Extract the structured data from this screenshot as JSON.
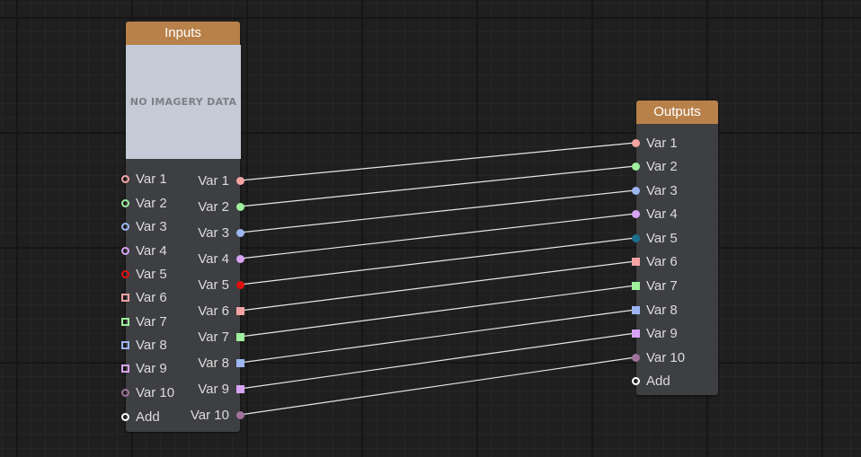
{
  "graph": {
    "input_node": {
      "title": "Inputs",
      "preview_text": "NO IMAGERY DATA",
      "in_ports": [
        {
          "label": "Var 1",
          "shape": "circle",
          "color": "#f4a3a3"
        },
        {
          "label": "Var 2",
          "shape": "circle",
          "color": "#9ef09e"
        },
        {
          "label": "Var 3",
          "shape": "circle",
          "color": "#9db6f3"
        },
        {
          "label": "Var 4",
          "shape": "circle",
          "color": "#d8a3f5"
        },
        {
          "label": "Var 5",
          "shape": "circle",
          "color": "#e01010"
        },
        {
          "label": "Var 6",
          "shape": "square",
          "color": "#f4a3a3"
        },
        {
          "label": "Var 7",
          "shape": "square",
          "color": "#9ef09e"
        },
        {
          "label": "Var 8",
          "shape": "square",
          "color": "#9db6f3"
        },
        {
          "label": "Var 9",
          "shape": "square",
          "color": "#d8a3f5"
        },
        {
          "label": "Var 10",
          "shape": "circle",
          "color": "#a0739a"
        },
        {
          "label": "Add",
          "shape": "circle",
          "color": "#ffffff"
        }
      ],
      "out_ports": [
        {
          "label": "Var 1",
          "shape": "circle",
          "color": "#f4a3a3"
        },
        {
          "label": "Var 2",
          "shape": "circle",
          "color": "#9ef09e"
        },
        {
          "label": "Var 3",
          "shape": "circle",
          "color": "#9db6f3"
        },
        {
          "label": "Var 4",
          "shape": "circle",
          "color": "#d8a3f5"
        },
        {
          "label": "Var 5",
          "shape": "circle",
          "color": "#e01010"
        },
        {
          "label": "Var 6",
          "shape": "square",
          "color": "#f4a3a3"
        },
        {
          "label": "Var 7",
          "shape": "square",
          "color": "#9ef09e"
        },
        {
          "label": "Var 8",
          "shape": "square",
          "color": "#9db6f3"
        },
        {
          "label": "Var 9",
          "shape": "square",
          "color": "#d8a3f5"
        },
        {
          "label": "Var 10",
          "shape": "circle",
          "color": "#a0739a"
        }
      ]
    },
    "output_node": {
      "title": "Outputs",
      "in_ports": [
        {
          "label": "Var 1",
          "shape": "circle",
          "color": "#f4a3a3"
        },
        {
          "label": "Var 2",
          "shape": "circle",
          "color": "#9ef09e"
        },
        {
          "label": "Var 3",
          "shape": "circle",
          "color": "#9db6f3"
        },
        {
          "label": "Var 4",
          "shape": "circle",
          "color": "#d8a3f5"
        },
        {
          "label": "Var 5",
          "shape": "circle",
          "color": "#1c6f8f"
        },
        {
          "label": "Var 6",
          "shape": "square",
          "color": "#f4a3a3"
        },
        {
          "label": "Var 7",
          "shape": "square",
          "color": "#9ef09e"
        },
        {
          "label": "Var 8",
          "shape": "square",
          "color": "#9db6f3"
        },
        {
          "label": "Var 9",
          "shape": "square",
          "color": "#d8a3f5"
        },
        {
          "label": "Var 10",
          "shape": "circle",
          "color": "#a0739a"
        },
        {
          "label": "Add",
          "shape": "circle",
          "color": "#ffffff"
        }
      ]
    },
    "connections": [
      {
        "from": 1,
        "to": 1
      },
      {
        "from": 2,
        "to": 2
      },
      {
        "from": 3,
        "to": 3
      },
      {
        "from": 4,
        "to": 4
      },
      {
        "from": 5,
        "to": 5
      },
      {
        "from": 6,
        "to": 6
      },
      {
        "from": 7,
        "to": 7
      },
      {
        "from": 8,
        "to": 8
      },
      {
        "from": 9,
        "to": 9
      },
      {
        "from": 10,
        "to": 10
      }
    ],
    "wire_color": "#e6e6e6"
  }
}
